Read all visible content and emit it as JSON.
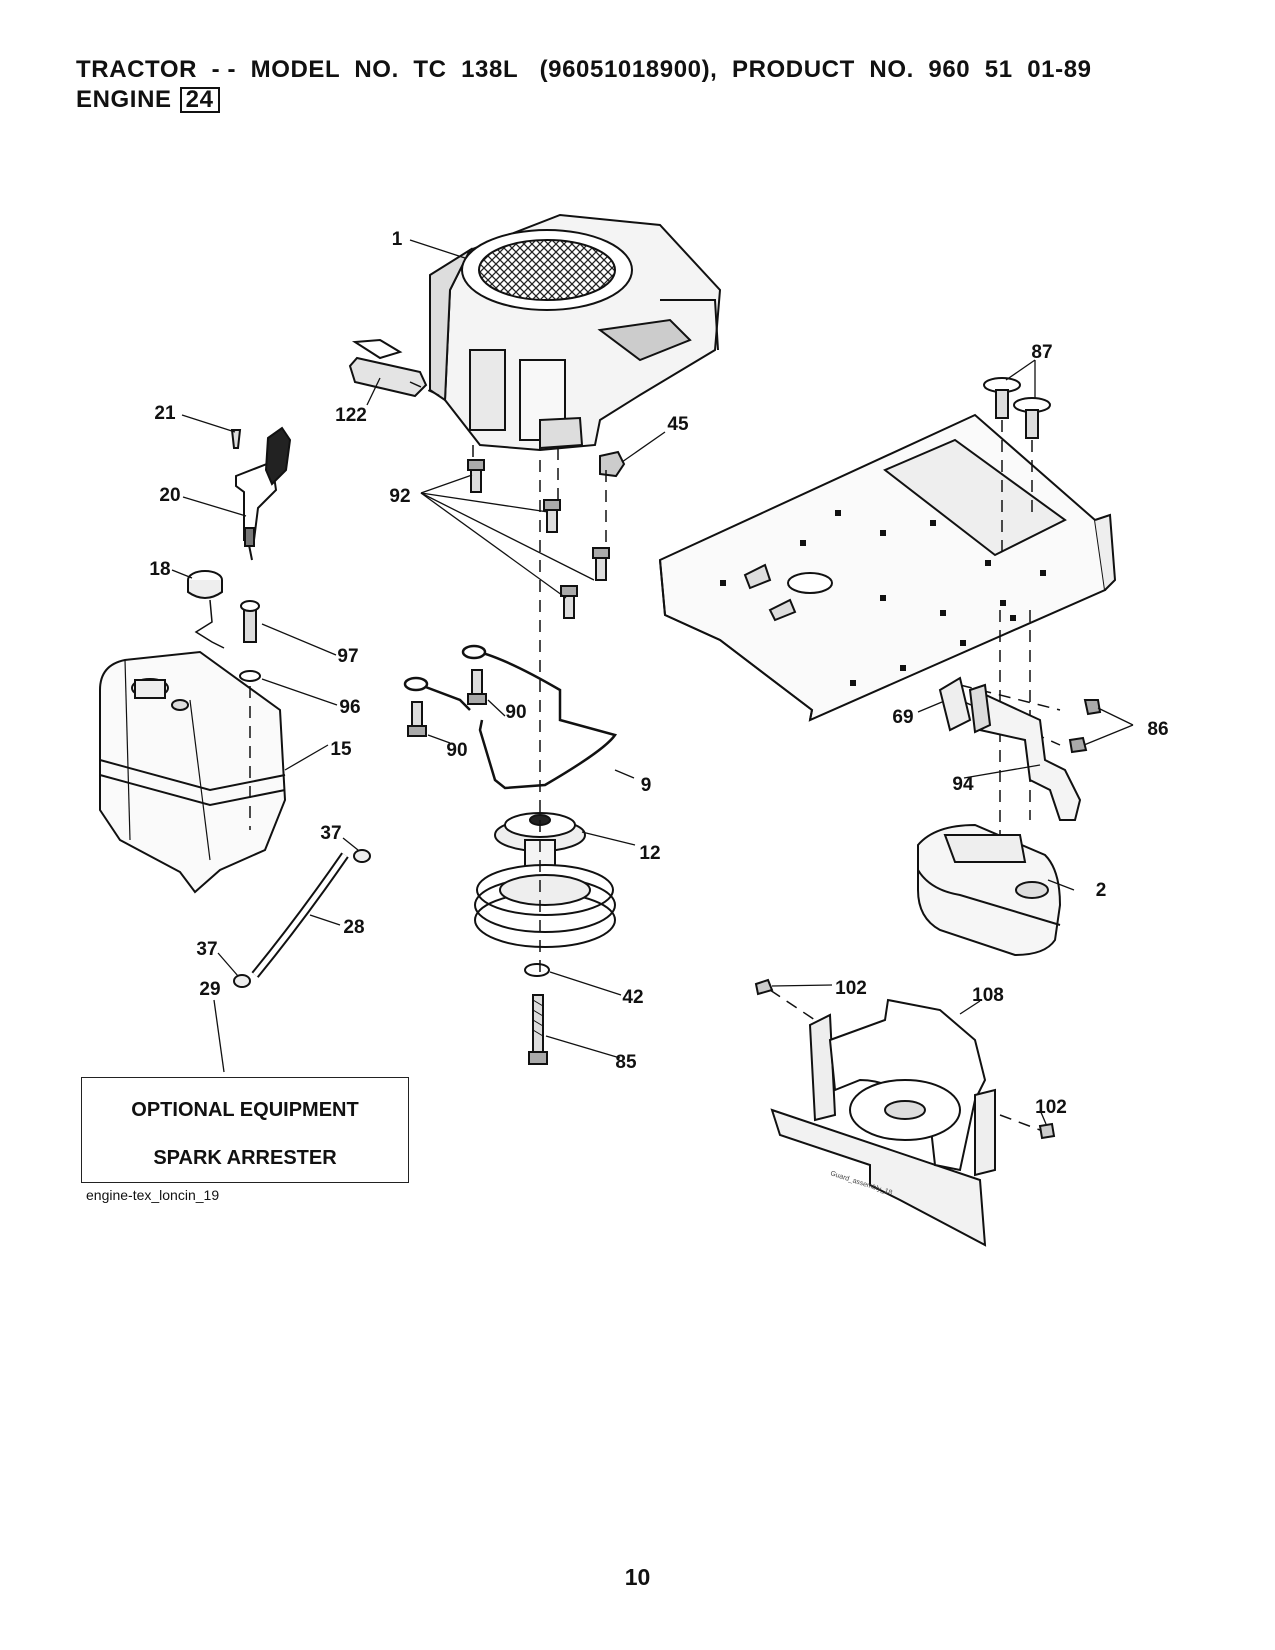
{
  "header": {
    "line1": "TRACTOR  - -  MODEL  NO.  TC  138L   (96051018900),  PRODUCT  NO.  960  51  01-89",
    "line2_label": "ENGINE",
    "section_number": "24"
  },
  "callouts": [
    "1",
    "122",
    "21",
    "20",
    "18",
    "92",
    "45",
    "87",
    "97",
    "96",
    "15",
    "90",
    "90",
    "9",
    "12",
    "37",
    "28",
    "37",
    "29",
    "42",
    "85",
    "69",
    "86",
    "94",
    "2",
    "102",
    "108",
    "102"
  ],
  "optional_box": {
    "line1": "OPTIONAL EQUIPMENT",
    "line2": "SPARK ARRESTER"
  },
  "figure_id": "engine-tex_loncin_19",
  "guard_label": "Guard_assembly_18",
  "page_number": "10"
}
